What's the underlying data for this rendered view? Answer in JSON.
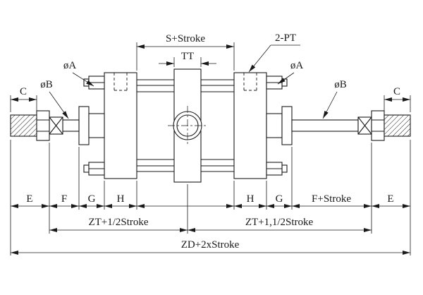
{
  "colors": {
    "background": "#ffffff",
    "line": "#1a1a1a"
  },
  "top": {
    "s_stroke": "S+Stroke",
    "tt": "TT",
    "port": "2-PT"
  },
  "callouts": {
    "phi_a_left": "øA",
    "phi_a_right": "øA",
    "phi_b_left": "øB",
    "phi_b_right": "øB",
    "c_left": "C",
    "c_right": "C"
  },
  "bottom": {
    "row1": [
      "E",
      "F",
      "G",
      "H",
      "H",
      "G",
      "F+Stroke",
      "E"
    ],
    "zt_left": "ZT+1/2Stroke",
    "zt_right": "ZT+1,1/2Stroke",
    "zd": "ZD+2xStroke"
  }
}
